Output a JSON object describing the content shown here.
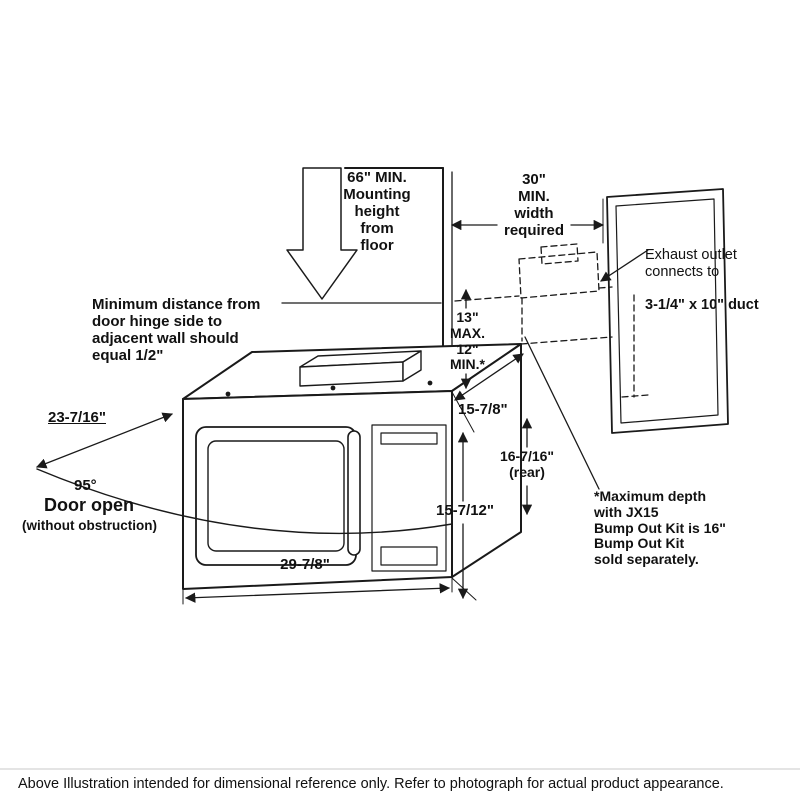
{
  "diagram": {
    "line_color": "#1a1a1a",
    "annotations": {
      "mounting_height": "66\" MIN.\nMounting\nheight\nfrom\nfloor",
      "width_required": "30\"\nMIN.\nwidth\nrequired",
      "exhaust_intro": "Exhaust outlet\nconnects to",
      "exhaust_duct_size": "3-1/4\" x 10\" duct",
      "min_distance": "Minimum distance from\ndoor hinge side to\nadjacent wall should\nequal 1/2\"",
      "cabinet_depth": "13\"\nMAX.\n12\"\nMIN.*",
      "door_width": "23-7/16\"",
      "top_depth": "15-7/8\"",
      "rear_height": "16-7/16\"\n(rear)",
      "door_angle": "95°",
      "door_open": "Door open",
      "door_open_note": "(without obstruction)",
      "front_height": "15-7/12\"",
      "bump_out_note": "*Maximum depth\nwith JX15\nBump Out Kit is 16\"\nBump Out Kit\nsold separately.",
      "unit_width": "29-7/8\""
    },
    "caption": "Above Illustration intended for dimensional reference only. Refer to photograph for actual product appearance."
  }
}
